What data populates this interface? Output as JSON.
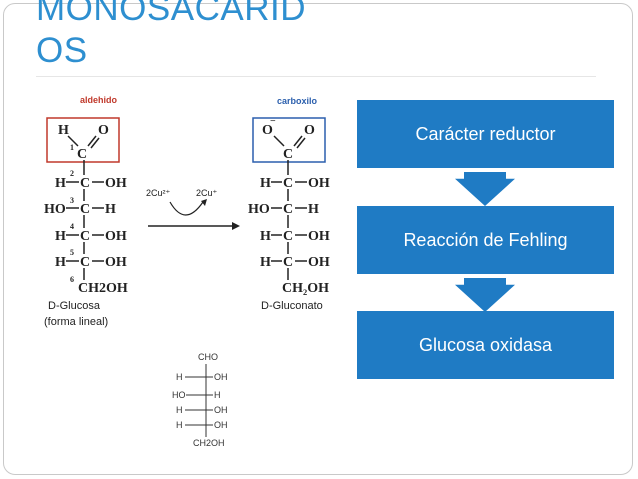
{
  "slide": {
    "title_line1": "MONOSACARID",
    "title_line2": "OS"
  },
  "chem": {
    "left_label_top": "aldehido",
    "left_molecule": [
      "H",
      "O",
      "1",
      "C",
      "H",
      "C",
      "OH",
      "HO",
      "C",
      "H",
      "H",
      "C",
      "OH",
      "H",
      "C",
      "OH",
      "CH2OH",
      "2",
      "3",
      "4",
      "5",
      "6"
    ],
    "left_caption_1": "D-Glucosa",
    "left_caption_2": "(forma lineal)",
    "reaction_left": "2Cu²⁺",
    "reaction_right": "2Cu⁺",
    "right_label_top": "carboxilo",
    "right_caption": "D-Gluconato",
    "fischer": {
      "top": "CHO",
      "rows": [
        [
          "H",
          "OH"
        ],
        [
          "HO",
          "H"
        ],
        [
          "H",
          "OH"
        ],
        [
          "H",
          "OH"
        ]
      ],
      "bottom": "CH2OH"
    }
  },
  "flow": {
    "step1": "Carácter reductor",
    "step2": "Reacción de Fehling",
    "step3": "Glucosa oxidasa"
  },
  "colors": {
    "title": "#2e8fd0",
    "box": "#1f7bc4",
    "aldehido_label": "#c0392b",
    "carboxilo_label": "#2b5fad"
  }
}
